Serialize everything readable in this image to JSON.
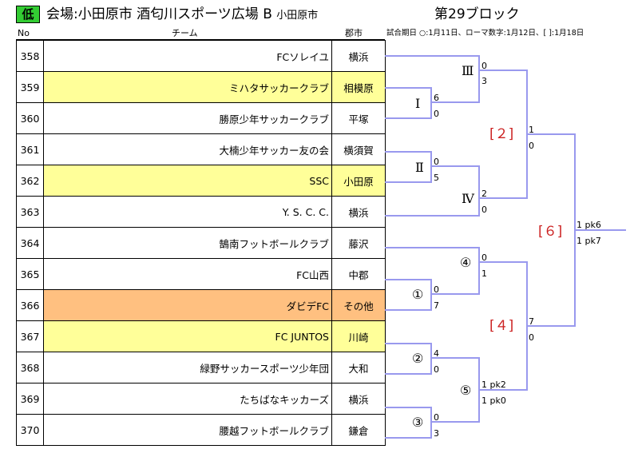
{
  "header": {
    "badge": "低",
    "venue": "会場:小田原市 酒匂川スポーツ広場 B",
    "venue_city": "小田原市",
    "block": "第29ブロック"
  },
  "columns": {
    "no": "No",
    "team": "チーム",
    "city": "郡市",
    "note": "試合期日 ○:1月11日、ローマ数字:1月12日、[ ]:1月18日"
  },
  "teams": [
    {
      "no": "358",
      "name": "FCソレイユ",
      "city": "横浜",
      "highlight": ""
    },
    {
      "no": "359",
      "name": "ミハタサッカークラブ",
      "city": "相模原",
      "highlight": "yellow"
    },
    {
      "no": "360",
      "name": "勝原少年サッカークラブ",
      "city": "平塚",
      "highlight": ""
    },
    {
      "no": "361",
      "name": "大楠少年サッカー友の会",
      "city": "横須賀",
      "highlight": ""
    },
    {
      "no": "362",
      "name": "SSC",
      "city": "小田原",
      "highlight": "yellow"
    },
    {
      "no": "363",
      "name": "Y. S. C. C.",
      "city": "横浜",
      "highlight": ""
    },
    {
      "no": "364",
      "name": "鵠南フットボールクラブ",
      "city": "藤沢",
      "highlight": ""
    },
    {
      "no": "365",
      "name": "FC山西",
      "city": "中郡",
      "highlight": ""
    },
    {
      "no": "366",
      "name": "ダビデFC",
      "city": "その他",
      "highlight": "orange"
    },
    {
      "no": "367",
      "name": "FC JUNTOS",
      "city": "川崎",
      "highlight": "yellow"
    },
    {
      "no": "368",
      "name": "緑野サッカースポーツ少年団",
      "city": "大和",
      "highlight": ""
    },
    {
      "no": "369",
      "name": "たちばなキッカーズ",
      "city": "横浜",
      "highlight": ""
    },
    {
      "no": "370",
      "name": "腰越フットボールクラブ",
      "city": "鎌倉",
      "highlight": ""
    }
  ],
  "matches": {
    "m_I": {
      "label": "Ⅰ",
      "s1": "6",
      "s2": "0"
    },
    "m_III": {
      "label": "Ⅲ",
      "s1": "0",
      "s2": "3"
    },
    "m_II": {
      "label": "Ⅱ",
      "s1": "0",
      "s2": "5"
    },
    "m_IV": {
      "label": "Ⅳ",
      "s1": "2",
      "s2": "0"
    },
    "m_2": {
      "label": "[２]",
      "s1": "1",
      "s2": "0"
    },
    "m_c1": {
      "label": "①",
      "s1": "0",
      "s2": "7"
    },
    "m_c4": {
      "label": "④",
      "s1": "0",
      "s2": "1"
    },
    "m_c2": {
      "label": "②",
      "s1": "4",
      "s2": "0"
    },
    "m_c3": {
      "label": "③",
      "s1": "0",
      "s2": "3"
    },
    "m_c5": {
      "label": "⑤",
      "s1": "1 pk2",
      "s2": "1 pk0"
    },
    "m_4": {
      "label": "[４]",
      "s1": "7",
      "s2": "0"
    },
    "m_6": {
      "label": "[６]",
      "s1": "1 pk6",
      "s2": "1 pk7"
    }
  },
  "colors": {
    "bracket": "#9999ee",
    "yellow": "#ffff99",
    "orange": "#ffc080",
    "badge": "#33cc33",
    "red": "#cc2222"
  }
}
